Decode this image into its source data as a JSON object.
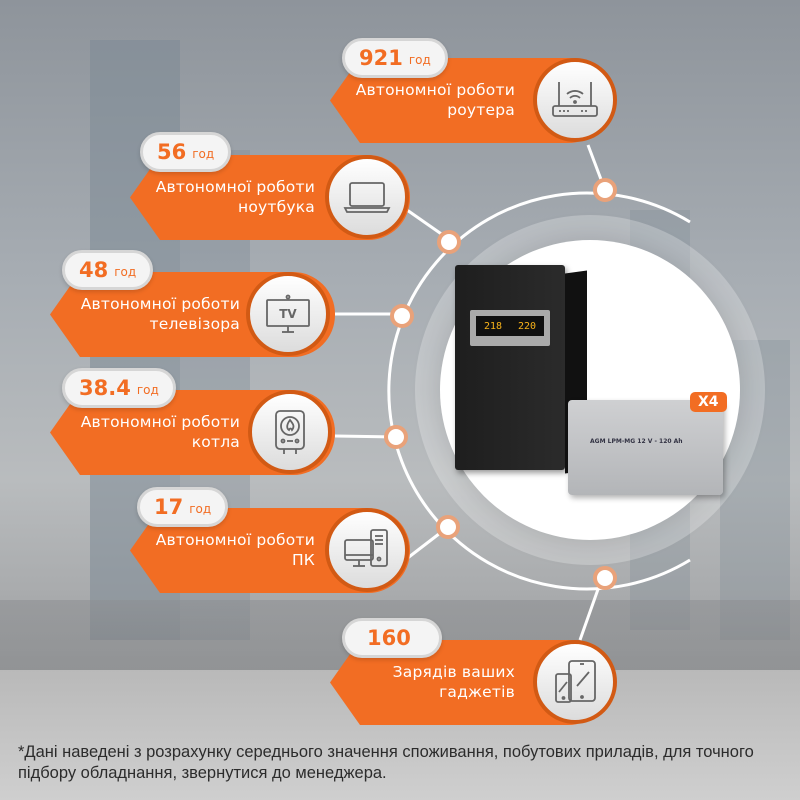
{
  "cards": [
    {
      "id": "router",
      "value": "921",
      "unit": "год",
      "line1": "Автономної роботи",
      "line2": "роутера",
      "icon": "router-icon"
    },
    {
      "id": "laptop",
      "value": "56",
      "unit": "год",
      "line1": "Автономної роботи",
      "line2": "ноутбука",
      "icon": "laptop-icon"
    },
    {
      "id": "tv",
      "value": "48",
      "unit": "год",
      "line1": "Автономної роботи",
      "line2": "телевізора",
      "icon": "tv-icon",
      "icon_text": "TV"
    },
    {
      "id": "boiler",
      "value": "38.4",
      "unit": "год",
      "line1": "Автономної роботи",
      "line2": "котла",
      "icon": "boiler-icon"
    },
    {
      "id": "pc",
      "value": "17",
      "unit": "год",
      "line1": "Автономної роботи",
      "line2": "ПК",
      "icon": "pc-icon"
    },
    {
      "id": "gadgets",
      "value": "160",
      "unit": "",
      "line1": "Зарядів ваших",
      "line2": "гаджетів",
      "icon": "gadgets-icon"
    }
  ],
  "product": {
    "battery_multiplier": "X4",
    "ups_display_left": "218",
    "ups_display_right": "220",
    "battery_label": "AGM LPM-MG 12 V - 120 Ah"
  },
  "footnote": "*Дані наведені з розрахунку середнього значення споживання, побутових приладів, для точного підбору обладнання, звернутися до менеджера.",
  "colors": {
    "accent": "#f26d23",
    "badge_bg": "#f4f4f4",
    "text_dark": "#2c2c2c"
  }
}
